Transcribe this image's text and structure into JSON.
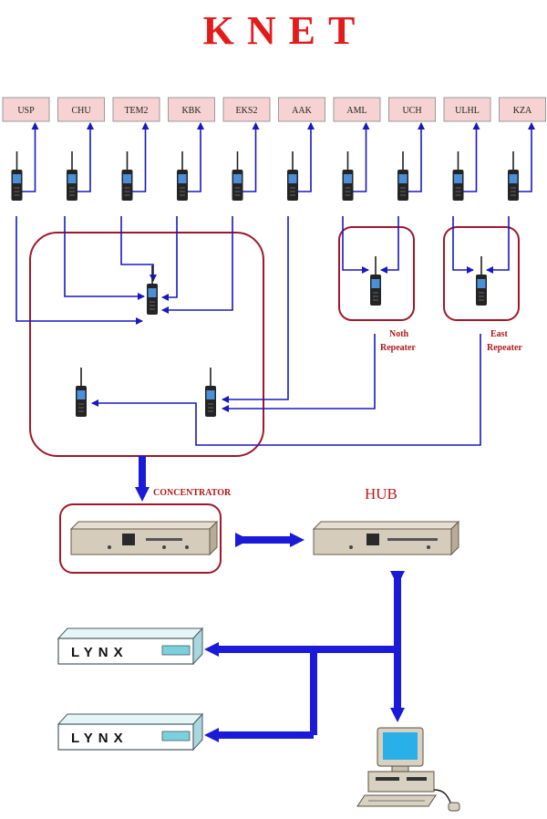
{
  "title": "KNET",
  "stations": [
    "USP",
    "CHU",
    "TEM2",
    "KBK",
    "EKS2",
    "AAK",
    "AML",
    "UCH",
    "ULHL",
    "KZA"
  ],
  "labels": {
    "north_repeater_1": "Noth",
    "north_repeater_2": "Repeater",
    "east_repeater_1": "East",
    "east_repeater_2": "Repeater",
    "concentrator": "CONCENTRATOR",
    "hub": "HUB"
  },
  "lynx": [
    "LYNX",
    "LYNX"
  ],
  "colors": {
    "title": "#e31b1b",
    "wire": "#1818c0",
    "box_outline": "#a01828",
    "station_fill": "#f6d2d2",
    "lynx_fill": "#c8f0f4"
  },
  "icons": [
    "radio-icon",
    "modem-icon",
    "computer-icon"
  ]
}
